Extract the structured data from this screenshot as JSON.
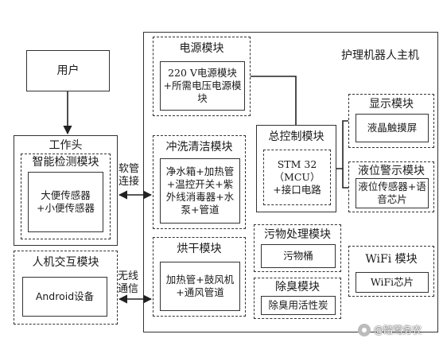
{
  "main_unit_title": "护理机器人主机",
  "user": "用户",
  "workhead": {
    "title": "工作头",
    "detect_title": "智能检测模块",
    "detect_content": "大便传感器+小便传感器"
  },
  "hmi": {
    "title": "人机交互模块",
    "content": "Android设备"
  },
  "power": {
    "title": "电源模块",
    "content": "220 V电源模块+所需电压电源模块"
  },
  "flush": {
    "title": "冲洗清洁模块",
    "content": "净水箱+加热管+温控开关+紫外线消毒器+水泵+管道"
  },
  "dry": {
    "title": "烘干模块",
    "content": "加热管+鼓风机+通风管道"
  },
  "control": {
    "title": "总控制模块",
    "content": "STM 32（MCU）+接口电路"
  },
  "display": {
    "title": "显示模块",
    "content": "液晶触摸屏"
  },
  "alarm": {
    "title": "液位警示模块",
    "content": "液位传感器+语音芯片"
  },
  "waste": {
    "title": "污物处理模块",
    "content": "污物桶"
  },
  "deodor": {
    "title": "除臭模块",
    "content": "除臭用活性炭"
  },
  "wifi": {
    "title": "WiFi 模块",
    "content": "WiFi芯片"
  },
  "link_hose": "软管连接",
  "link_wireless": "无线通信",
  "watermark": "@踏莺务农"
}
